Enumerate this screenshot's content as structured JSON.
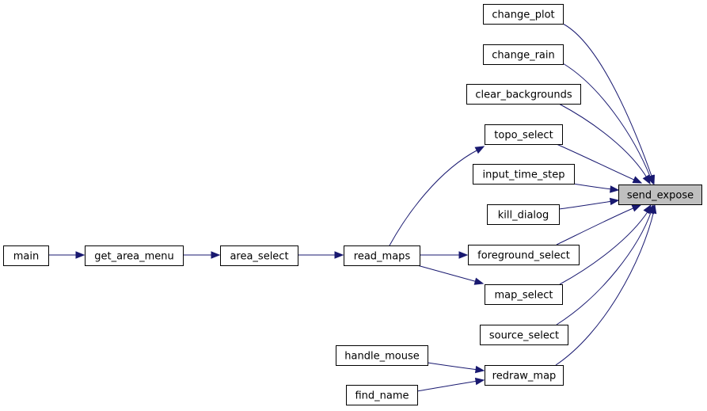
{
  "graph": {
    "focus_node": "send_expose",
    "nodes": [
      {
        "id": "send_expose",
        "label": "send_expose"
      },
      {
        "id": "change_plot",
        "label": "change_plot"
      },
      {
        "id": "change_rain",
        "label": "change_rain"
      },
      {
        "id": "clear_backgrounds",
        "label": "clear_backgrounds"
      },
      {
        "id": "topo_select",
        "label": "topo_select"
      },
      {
        "id": "input_time_step",
        "label": "input_time_step"
      },
      {
        "id": "kill_dialog",
        "label": "kill_dialog"
      },
      {
        "id": "foreground_select",
        "label": "foreground_select"
      },
      {
        "id": "map_select",
        "label": "map_select"
      },
      {
        "id": "source_select",
        "label": "source_select"
      },
      {
        "id": "redraw_map",
        "label": "redraw_map"
      },
      {
        "id": "read_maps",
        "label": "read_maps"
      },
      {
        "id": "area_select",
        "label": "area_select"
      },
      {
        "id": "get_area_menu",
        "label": "get_area_menu"
      },
      {
        "id": "main",
        "label": "main"
      },
      {
        "id": "handle_mouse",
        "label": "handle_mouse"
      },
      {
        "id": "find_name",
        "label": "find_name"
      }
    ],
    "edges": [
      {
        "from": "change_plot",
        "to": "send_expose"
      },
      {
        "from": "change_rain",
        "to": "send_expose"
      },
      {
        "from": "clear_backgrounds",
        "to": "send_expose"
      },
      {
        "from": "topo_select",
        "to": "send_expose"
      },
      {
        "from": "input_time_step",
        "to": "send_expose"
      },
      {
        "from": "kill_dialog",
        "to": "send_expose"
      },
      {
        "from": "foreground_select",
        "to": "send_expose"
      },
      {
        "from": "map_select",
        "to": "send_expose"
      },
      {
        "from": "source_select",
        "to": "send_expose"
      },
      {
        "from": "redraw_map",
        "to": "send_expose"
      },
      {
        "from": "read_maps",
        "to": "topo_select"
      },
      {
        "from": "read_maps",
        "to": "foreground_select"
      },
      {
        "from": "read_maps",
        "to": "map_select"
      },
      {
        "from": "area_select",
        "to": "read_maps"
      },
      {
        "from": "get_area_menu",
        "to": "area_select"
      },
      {
        "from": "main",
        "to": "get_area_menu"
      },
      {
        "from": "handle_mouse",
        "to": "redraw_map"
      },
      {
        "from": "find_name",
        "to": "redraw_map"
      }
    ]
  }
}
